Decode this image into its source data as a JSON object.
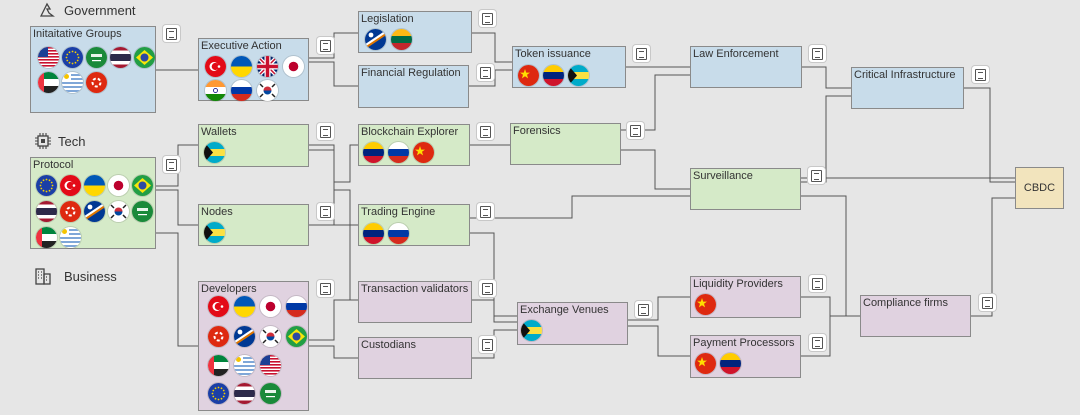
{
  "lanes": {
    "government": {
      "label": "Government",
      "icon": "government-icon"
    },
    "tech": {
      "label": "Tech",
      "icon": "chip-icon"
    },
    "business": {
      "label": "Business",
      "icon": "buildings-icon"
    }
  },
  "nodes": {
    "initiative_groups": {
      "label": "Initaitative Groups",
      "flags": [
        "us",
        "eu",
        "sa",
        "th",
        "br",
        "ae",
        "uy",
        "hk"
      ]
    },
    "executive_action": {
      "label": "Executive Action",
      "flags": [
        "tr",
        "ua",
        "gb",
        "jp",
        "in",
        "ru",
        "kr"
      ]
    },
    "legislation": {
      "label": "Legislation",
      "flags": [
        "mh",
        "lt"
      ]
    },
    "financial_regulation": {
      "label": "Financial Regulation",
      "flags": []
    },
    "token_issuance": {
      "label": "Token issuance",
      "flags": [
        "cn",
        "ve",
        "bs"
      ]
    },
    "law_enforcement": {
      "label": "Law Enforcement",
      "flags": []
    },
    "critical_infrastructure": {
      "label": "Critical Infrastructure",
      "flags": []
    },
    "protocol": {
      "label": "Protocol",
      "flags": [
        "eu",
        "tr",
        "ua",
        "jp",
        "br",
        "th",
        "hk",
        "mh",
        "kr",
        "sa",
        "ae",
        "uy"
      ]
    },
    "wallets": {
      "label": "Wallets",
      "flags": [
        "bs"
      ]
    },
    "nodes_box": {
      "label": "Nodes",
      "flags": [
        "bs"
      ]
    },
    "blockchain_explorer": {
      "label": "Blockchain Explorer",
      "flags": [
        "ve",
        "ru",
        "cn"
      ]
    },
    "trading_engine": {
      "label": "Trading Engine",
      "flags": [
        "ve",
        "ru"
      ]
    },
    "forensics": {
      "label": "Forensics",
      "flags": []
    },
    "surveillance": {
      "label": "Surveillance",
      "flags": []
    },
    "cbdc": {
      "label": "CBDC",
      "flags": []
    },
    "developers": {
      "label": "Developers",
      "flags": [
        "tr",
        "ua",
        "jp",
        "ru",
        "hk",
        "mh",
        "kr",
        "br",
        "ae",
        "uy",
        "us",
        "eu",
        "th",
        "sa"
      ]
    },
    "transaction_validators": {
      "label": "Transaction validators",
      "flags": []
    },
    "custodians": {
      "label": "Custodians",
      "flags": []
    },
    "exchange_venues": {
      "label": "Exchange Venues",
      "flags": [
        "bs"
      ]
    },
    "liquidity_providers": {
      "label": "Liquidity Providers",
      "flags": [
        "cn"
      ]
    },
    "payment_processors": {
      "label": "Payment Processors",
      "flags": [
        "cn",
        "ve"
      ]
    },
    "compliance_firms": {
      "label": "Compliance firms",
      "flags": []
    }
  },
  "colors": {
    "government": "#c8dcea",
    "tech": "#d5eac8",
    "business": "#e0d2e0",
    "outcome": "#f2e4bd",
    "wire": "#555555"
  }
}
